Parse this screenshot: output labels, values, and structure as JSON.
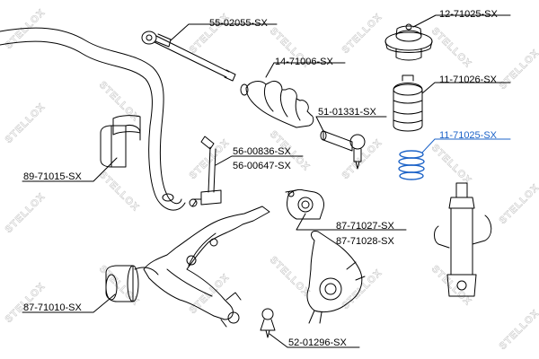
{
  "watermark": {
    "text": "STELLOX",
    "color": "#c9c9c9"
  },
  "colors": {
    "line": "#000000",
    "highlight": "#1e64c8"
  },
  "parts": [
    {
      "id": "strut-mount",
      "label": "12-71025-SX",
      "highlight": false
    },
    {
      "id": "tie-rod",
      "label": "55-02055-SX",
      "highlight": false
    },
    {
      "id": "boot",
      "label": "14-71006-SX",
      "highlight": false
    },
    {
      "id": "bump-stop",
      "label": "11-71026-SX",
      "highlight": false
    },
    {
      "id": "tie-rod-end",
      "label": "51-01331-SX",
      "highlight": false
    },
    {
      "id": "spring-pad",
      "label": "11-71025-SX",
      "highlight": true
    },
    {
      "id": "stabilizer-link-a",
      "label": "56-00836-SX",
      "highlight": false
    },
    {
      "id": "stabilizer-link-b",
      "label": "56-00647-SX",
      "highlight": false
    },
    {
      "id": "stabilizer-bush",
      "label": "89-71015-SX",
      "highlight": false
    },
    {
      "id": "arm-bush-a",
      "label": "87-71027-SX",
      "highlight": false
    },
    {
      "id": "arm-bush-b",
      "label": "87-71028-SX",
      "highlight": false
    },
    {
      "id": "silent-block",
      "label": "87-71010-SX",
      "highlight": false
    },
    {
      "id": "ball-joint",
      "label": "52-01296-SX",
      "highlight": false
    }
  ]
}
